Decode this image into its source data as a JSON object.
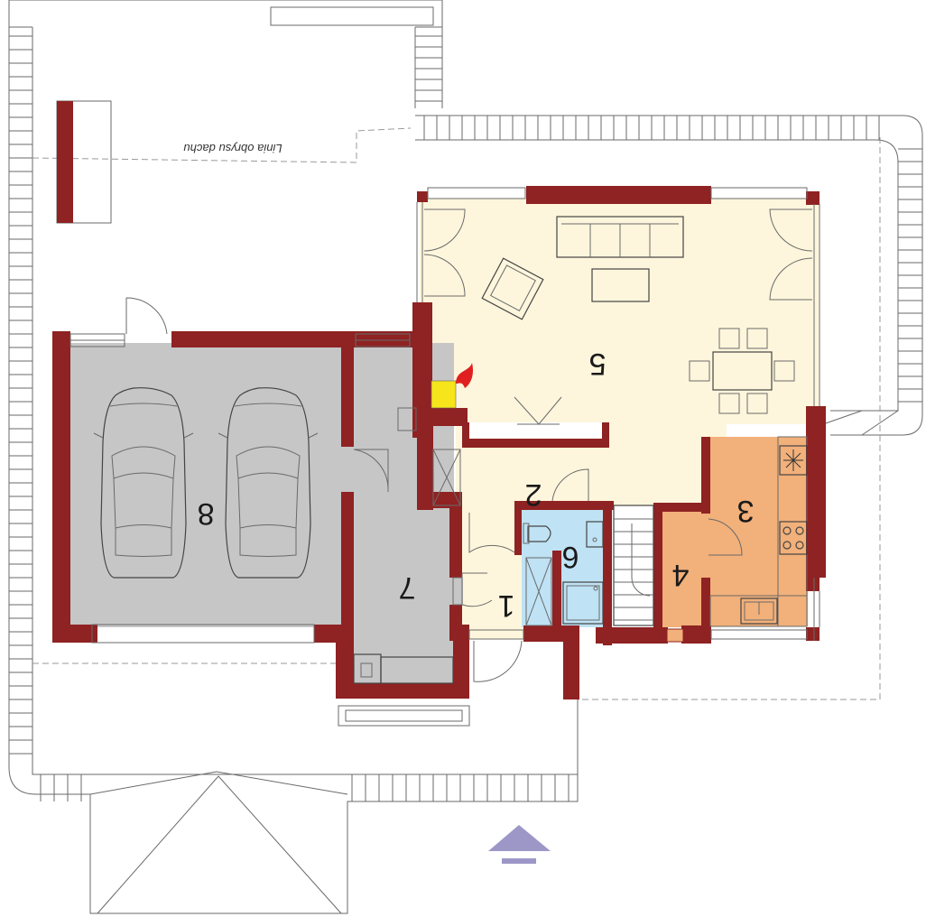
{
  "plan": {
    "roof_outline_label": "Linia obrysu dachu",
    "rooms": [
      {
        "id": "1",
        "label": "1",
        "color": "#fdf6dc"
      },
      {
        "id": "2",
        "label": "2",
        "color": "#fdf6dc"
      },
      {
        "id": "3",
        "label": "3",
        "color": "#f2b07a"
      },
      {
        "id": "4",
        "label": "4",
        "color": "#f2b07a"
      },
      {
        "id": "5",
        "label": "5",
        "color": "#fdf6dc"
      },
      {
        "id": "6",
        "label": "6",
        "color": "#bfe2f4"
      },
      {
        "id": "7",
        "label": "7",
        "color": "#c6c6c6"
      },
      {
        "id": "8",
        "label": "8",
        "color": "#c6c6c6"
      }
    ],
    "colors": {
      "wall": "#8f2222",
      "entrance_arrow": "#9d97c8",
      "fireplace": "#f5e51a",
      "flame": "#e02020"
    },
    "icons": [
      "car-icon",
      "fireplace-flame-icon",
      "snowflake-icon",
      "entrance-arrow-icon"
    ]
  }
}
